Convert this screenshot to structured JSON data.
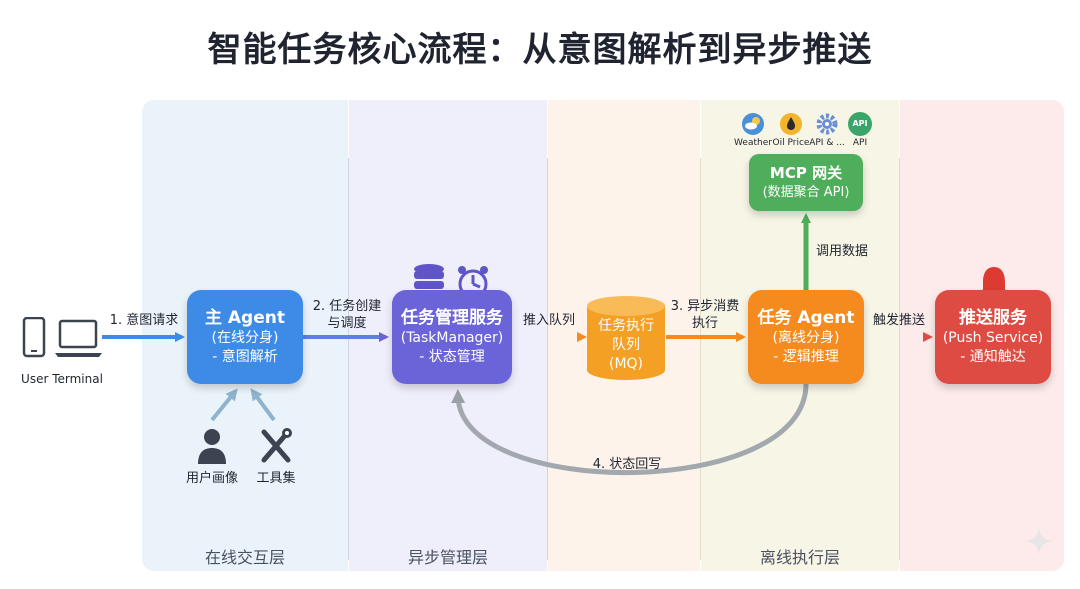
{
  "title": "智能任务核心流程：从意图解析到异步推送",
  "lanes": {
    "online": "在线交互层",
    "async": "异步管理层",
    "offline": "离线执行层"
  },
  "terminal": {
    "label": "User Terminal"
  },
  "main_agent": {
    "title": "主 Agent",
    "line1": "(在线分身)",
    "line2": "- 意图解析"
  },
  "task_manager": {
    "title": "任务管理服务",
    "line1": "(TaskManager)",
    "line2": "- 状态管理"
  },
  "queue": {
    "line1": "任务执行",
    "line2": "队列",
    "line3": "(MQ)"
  },
  "task_agent": {
    "title": "任务 Agent",
    "line1": "(离线分身)",
    "line2": "- 逻辑推理"
  },
  "push": {
    "title": "推送服务",
    "line1": "(Push Service)",
    "line2": "- 通知触达"
  },
  "mcp": {
    "title": "MCP 网关",
    "line1": "(数据聚合 API)"
  },
  "mcp_icons": [
    "Weather",
    "Oil Price",
    "API & ...",
    "API"
  ],
  "api_badge": "API",
  "edges": {
    "e1": "1. 意图请求",
    "e2a": "2. 任务创建",
    "e2b": "与调度",
    "push_queue": "推入队列",
    "e3a": "3. 异步消费",
    "e3b": "执行",
    "trigger": "触发推送",
    "call": "调用数据",
    "e4": "4. 状态回写"
  },
  "inputs": {
    "profile": "用户画像",
    "tools": "工具集"
  },
  "colors": {
    "main_agent": "#3d8be6",
    "task_manager": "#6b63d8",
    "queue": "#f4a024",
    "task_agent": "#f58a1f",
    "push": "#dd4b42",
    "mcp": "#4fae5b"
  }
}
